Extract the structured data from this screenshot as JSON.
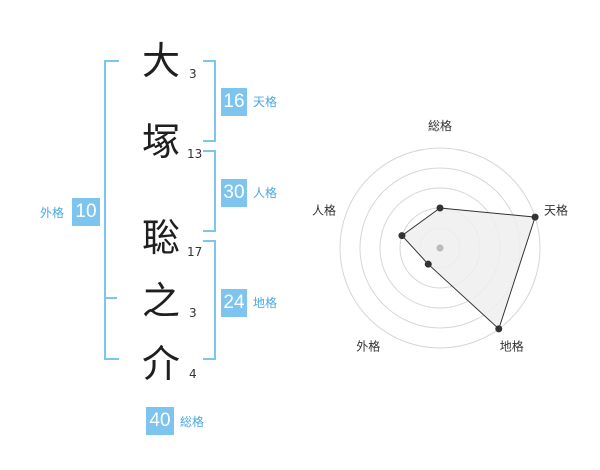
{
  "name": {
    "characters": [
      {
        "char": "大",
        "strokes": "3"
      },
      {
        "char": "塚",
        "strokes": "13"
      },
      {
        "char": "聡",
        "strokes": "17"
      },
      {
        "char": "之",
        "strokes": "3"
      },
      {
        "char": "介",
        "strokes": "4"
      }
    ]
  },
  "kakusu": {
    "tenkaku": {
      "value": "16",
      "label": "天格"
    },
    "jinkaku": {
      "value": "30",
      "label": "人格"
    },
    "chikaku": {
      "value": "24",
      "label": "地格"
    },
    "gaikaku": {
      "value": "10",
      "label": "外格"
    },
    "soukaku": {
      "value": "40",
      "label": "総格"
    }
  },
  "colors": {
    "accent": "#7dc4ee",
    "accent_text": "#4aa8e0",
    "radar_fill": "#eeeeee",
    "ring": "#d6d6d6"
  },
  "chart_data": {
    "type": "radar",
    "axes": [
      "総格",
      "天格",
      "地格",
      "外格",
      "人格"
    ],
    "values": [
      2,
      5,
      5,
      1,
      2
    ],
    "max": 5
  }
}
